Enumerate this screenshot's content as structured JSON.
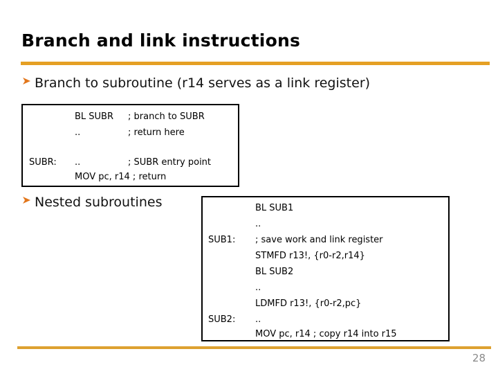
{
  "slide": {
    "title": "Branch and link instructions",
    "page_number": "28",
    "accent_color": "#E5A024",
    "rule_bottom_color": "#DDA130",
    "bullet_marker_color": "#E2761B",
    "text_color": "#111111",
    "page_number_color": "#8A8A8A"
  },
  "bullets": [
    {
      "marker": "arrow-bullet-icon",
      "text": "Branch to subroutine (r14 serves as a link register)"
    },
    {
      "marker": "arrow-bullet-icon",
      "text": "Nested subroutines"
    }
  ],
  "code_box_1": {
    "lines": [
      {
        "label": "",
        "code": "BL SUBR",
        "comment": "; branch to SUBR"
      },
      {
        "label": "",
        "code": "..",
        "comment": "; return here"
      },
      {
        "label": "",
        "code": "",
        "comment": ""
      },
      {
        "label": "SUBR:",
        "code": "..",
        "comment": "; SUBR entry point"
      },
      {
        "label": "",
        "code": "MOV pc, r14 ; return",
        "comment": ""
      }
    ]
  },
  "code_box_2": {
    "lines": [
      {
        "label": "",
        "code": "BL SUB1"
      },
      {
        "label": "",
        "code": ".."
      },
      {
        "label": "SUB1:",
        "code": "; save work and link register"
      },
      {
        "label": "",
        "code": "STMFD r13!, {r0-r2,r14}"
      },
      {
        "label": "",
        "code": "BL SUB2"
      },
      {
        "label": "",
        "code": ".."
      },
      {
        "label": "",
        "code": "LDMFD r13!, {r0-r2,pc}"
      },
      {
        "label": "SUB2:",
        "code": ".."
      },
      {
        "label": "",
        "code": "MOV pc, r14 ; copy r14 into r15"
      }
    ]
  }
}
